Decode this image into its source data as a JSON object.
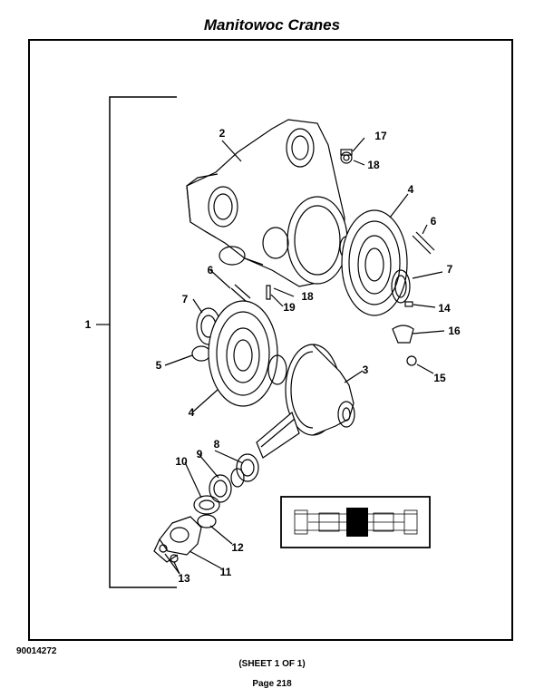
{
  "header": {
    "title": "Manitowoc Cranes"
  },
  "callouts": {
    "c1": "1",
    "c2": "2",
    "c3": "3",
    "c4a": "4",
    "c4b": "4",
    "c5": "5",
    "c6a": "6",
    "c6b": "6",
    "c7a": "7",
    "c7b": "7",
    "c8": "8",
    "c9": "9",
    "c10": "10",
    "c11": "11",
    "c12": "12",
    "c13": "13",
    "c14": "14",
    "c15": "15",
    "c16": "16",
    "c17": "17",
    "c18a": "18",
    "c18b": "18",
    "c19": "19"
  },
  "footer": {
    "drawing_number": "90014272",
    "sheet": "(SHEET 1 OF 1)",
    "page": "Page 218"
  }
}
